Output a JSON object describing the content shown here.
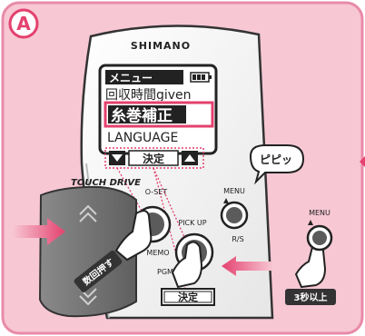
{
  "panel_badge": "A",
  "brand": "SHIMANO",
  "product": "TOUCH DRIVE",
  "lcd": {
    "title": "メニュー",
    "row1": "回収時間given",
    "selected": "糸巻補正",
    "row3": "LANGUAGE",
    "confirm": "決定"
  },
  "buttons": {
    "oset_label": "O-SET",
    "memo_label": "MEMO",
    "pickup_label": "PICK UP",
    "pgm_label": "PGM",
    "menu_label": "MENU",
    "rs_label": "R/S",
    "menu_side_label": "MENU"
  },
  "callouts": {
    "beep": "ピピッ",
    "several_times": "数回押す",
    "hold_3s": "3秒以上",
    "confirm_tag": "決定"
  },
  "colors": {
    "panel_bg": "#f7c7d4",
    "panel_border": "#e98aa8",
    "highlight": "#e4416e",
    "arrow": "#e4416e",
    "dark": "#333333"
  }
}
